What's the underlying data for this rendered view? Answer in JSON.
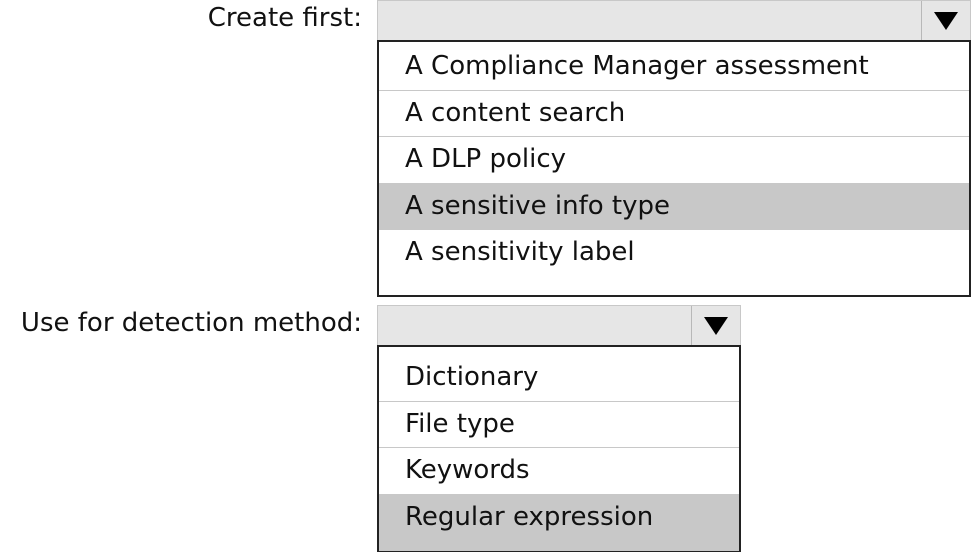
{
  "question1": {
    "label": "Create first:",
    "selected": "",
    "options": [
      "A Compliance Manager assessment",
      "A content search",
      "A DLP policy",
      "A sensitive info type",
      "A sensitivity label"
    ],
    "highlighted_index": 3
  },
  "question2": {
    "label": "Use for detection method:",
    "selected": "",
    "options": [
      "Dictionary",
      "File type",
      "Keywords",
      "Regular expression"
    ],
    "highlighted_index": 3
  }
}
